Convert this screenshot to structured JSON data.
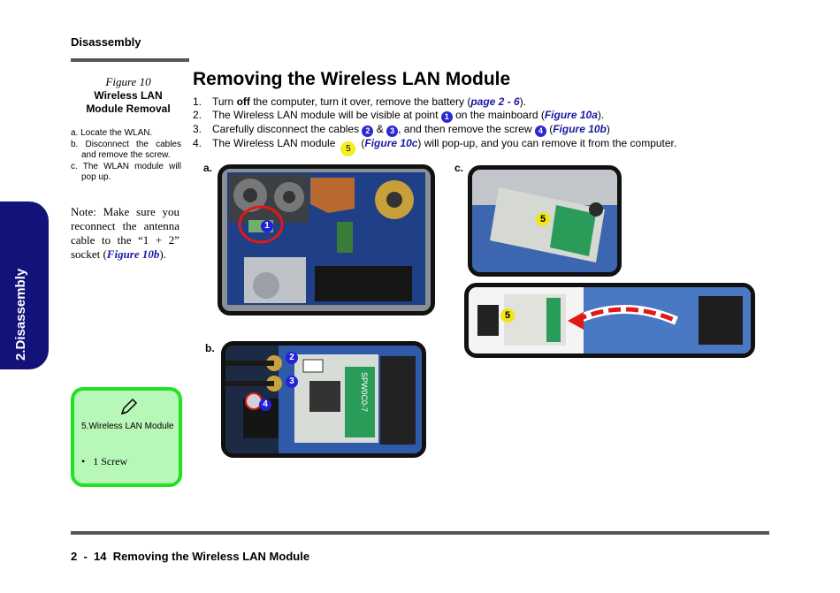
{
  "header": {
    "section": "Disassembly"
  },
  "side_tab": {
    "label": "2.Disassembly"
  },
  "figure": {
    "number": "Figure 10",
    "title_line1": "Wireless LAN",
    "title_line2": "Module Removal",
    "steps": [
      "a. Locate the WLAN.",
      "b. Disconnect the cables and remove the screw.",
      "c. The WLAN module will pop up."
    ]
  },
  "note": {
    "text": "Note: Make sure you reconnect the antenna cable to the “1 + 2” socket (",
    "link": "Figure 10b",
    "end": ")."
  },
  "main": {
    "title": "Removing the Wireless LAN Module",
    "steps": [
      {
        "num": "1.",
        "a": "Turn ",
        "bold": "off",
        "b": " the computer, turn it over, remove the battery (",
        "link": "page 2 - 6",
        "c": ")."
      },
      {
        "num": "2.",
        "a": "The Wireless LAN module will be visible at point ",
        "badge": "1",
        "b": " on the mainboard (",
        "link": "Figure 10a",
        "c": ")."
      },
      {
        "num": "3.",
        "a": "Carefully disconnect the cables ",
        "badge1": "2",
        "amp": " & ",
        "badge2": "3",
        "b": ", and then remove the screw ",
        "badge3": "4",
        "c": " (",
        "link": "Figure 10b",
        "d": ")"
      },
      {
        "num": "4.",
        "a": "The Wireless LAN module",
        "badge": "5",
        "b": "(",
        "link": "Figure 10c",
        "c": ") will pop-up, and you can remove it from the computer."
      }
    ]
  },
  "panels": {
    "a": {
      "label": "a.",
      "callout": "1"
    },
    "b": {
      "label": "b.",
      "callouts": [
        "2",
        "3",
        "4"
      ],
      "chip_text": "SPW0C0-7"
    },
    "c": {
      "label": "c.",
      "callout_top": "5",
      "callout_bottom": "5"
    }
  },
  "summary": {
    "label": "5.Wireless LAN Module",
    "item": "1 Screw"
  },
  "footer": {
    "text": "2  -  14  Removing the Wireless LAN Module"
  }
}
